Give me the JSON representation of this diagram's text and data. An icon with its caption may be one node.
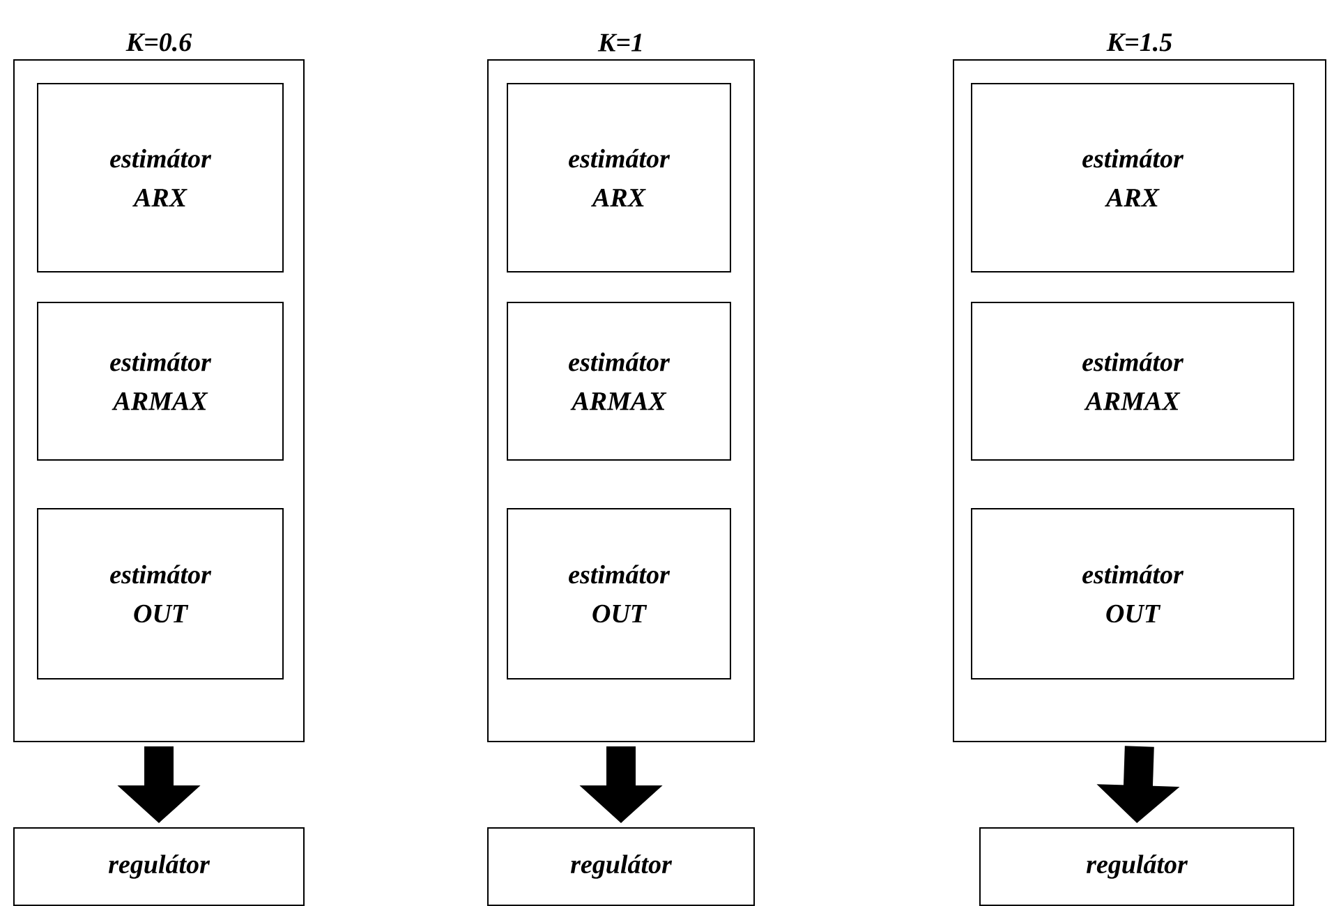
{
  "diagram": {
    "nodes": [
      {
        "text": [
          "K=0.6"
        ]
      },
      {
        "text": [
          "estimátor ARX"
        ],
        "in": 0
      },
      {
        "text": [
          "estimátor ARMAX"
        ],
        "in": 0
      },
      {
        "text": [
          "estimátor OUT"
        ],
        "in": 0
      },
      {
        "text": [
          "regulátor"
        ]
      },
      {
        "text": [
          "K=1"
        ]
      },
      {
        "text": [
          "estimátor ARX"
        ],
        "in": 5
      },
      {
        "text": [
          "estimátor ARMAX"
        ],
        "in": 5
      },
      {
        "text": [
          "estimátor OUT"
        ],
        "in": 5
      },
      {
        "text": [
          "regulátor"
        ]
      },
      {
        "text": [
          "K=1.5"
        ]
      },
      {
        "text": [
          "estimátor ARX"
        ],
        "in": 10
      },
      {
        "text": [
          "estimátor ARMAX"
        ],
        "in": 10
      },
      {
        "text": [
          "estimátor OUT"
        ],
        "in": 10
      },
      {
        "text": [
          "regulátor"
        ]
      }
    ],
    "edges": [
      {
        "from": 0,
        "to": 4,
        "arrow": "to"
      },
      {
        "from": 5,
        "to": 9,
        "arrow": "to"
      },
      {
        "from": 10,
        "to": 14,
        "arrow": "to"
      }
    ]
  }
}
